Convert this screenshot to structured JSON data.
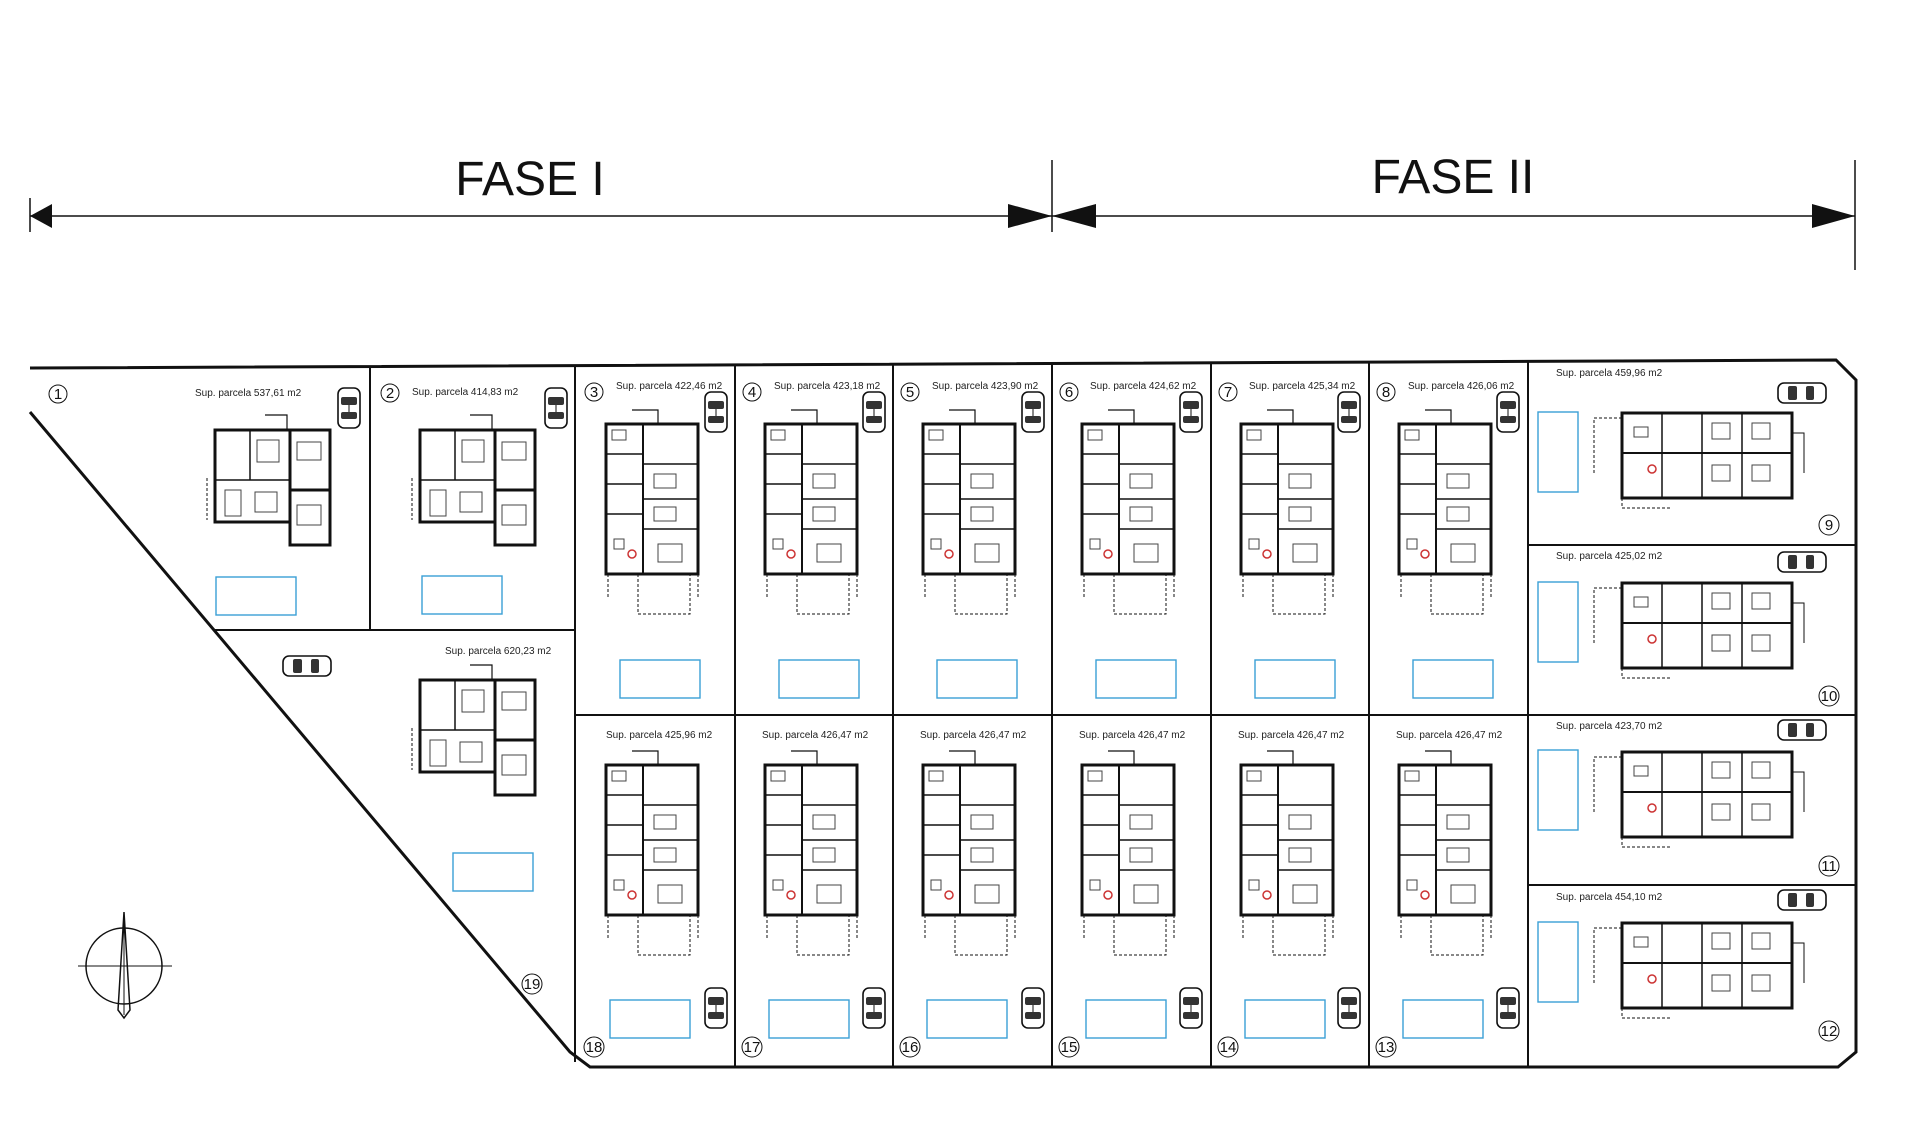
{
  "phases": [
    {
      "label": "FASE I"
    },
    {
      "label": "FASE II"
    }
  ],
  "parcels": [
    {
      "number": "1",
      "label": "Sup. parcela 537,61 m2"
    },
    {
      "number": "2",
      "label": "Sup. parcela 414,83 m2"
    },
    {
      "number": "3",
      "label": "Sup. parcela 422,46 m2"
    },
    {
      "number": "4",
      "label": "Sup. parcela 423,18 m2"
    },
    {
      "number": "5",
      "label": "Sup. parcela 423,90 m2"
    },
    {
      "number": "6",
      "label": "Sup. parcela 424,62 m2"
    },
    {
      "number": "7",
      "label": "Sup. parcela 425,34 m2"
    },
    {
      "number": "8",
      "label": "Sup. parcela 426,06 m2"
    },
    {
      "number": "9",
      "label": "Sup. parcela 459,96 m2"
    },
    {
      "number": "10",
      "label": "Sup. parcela 425,02 m2"
    },
    {
      "number": "11",
      "label": "Sup. parcela 423,70 m2"
    },
    {
      "number": "12",
      "label": "Sup. parcela 454,10 m2"
    },
    {
      "number": "13",
      "label": "Sup. parcela 426,47 m2"
    },
    {
      "number": "14",
      "label": "Sup. parcela 426,47 m2"
    },
    {
      "number": "15",
      "label": "Sup. parcela 426,47 m2"
    },
    {
      "number": "16",
      "label": "Sup. parcela 426,47 m2"
    },
    {
      "number": "17",
      "label": "Sup. parcela 426,47 m2"
    },
    {
      "number": "18",
      "label": "Sup. parcela 425,96 m2"
    },
    {
      "number": "19",
      "label": "Sup. parcela 620,23 m2"
    }
  ],
  "colors": {
    "line": "#111111",
    "pool": "#3a9fd6",
    "wall": "#1a1a1a"
  },
  "icons": {
    "north_arrow": "north-arrow-icon",
    "car": "car-icon"
  }
}
